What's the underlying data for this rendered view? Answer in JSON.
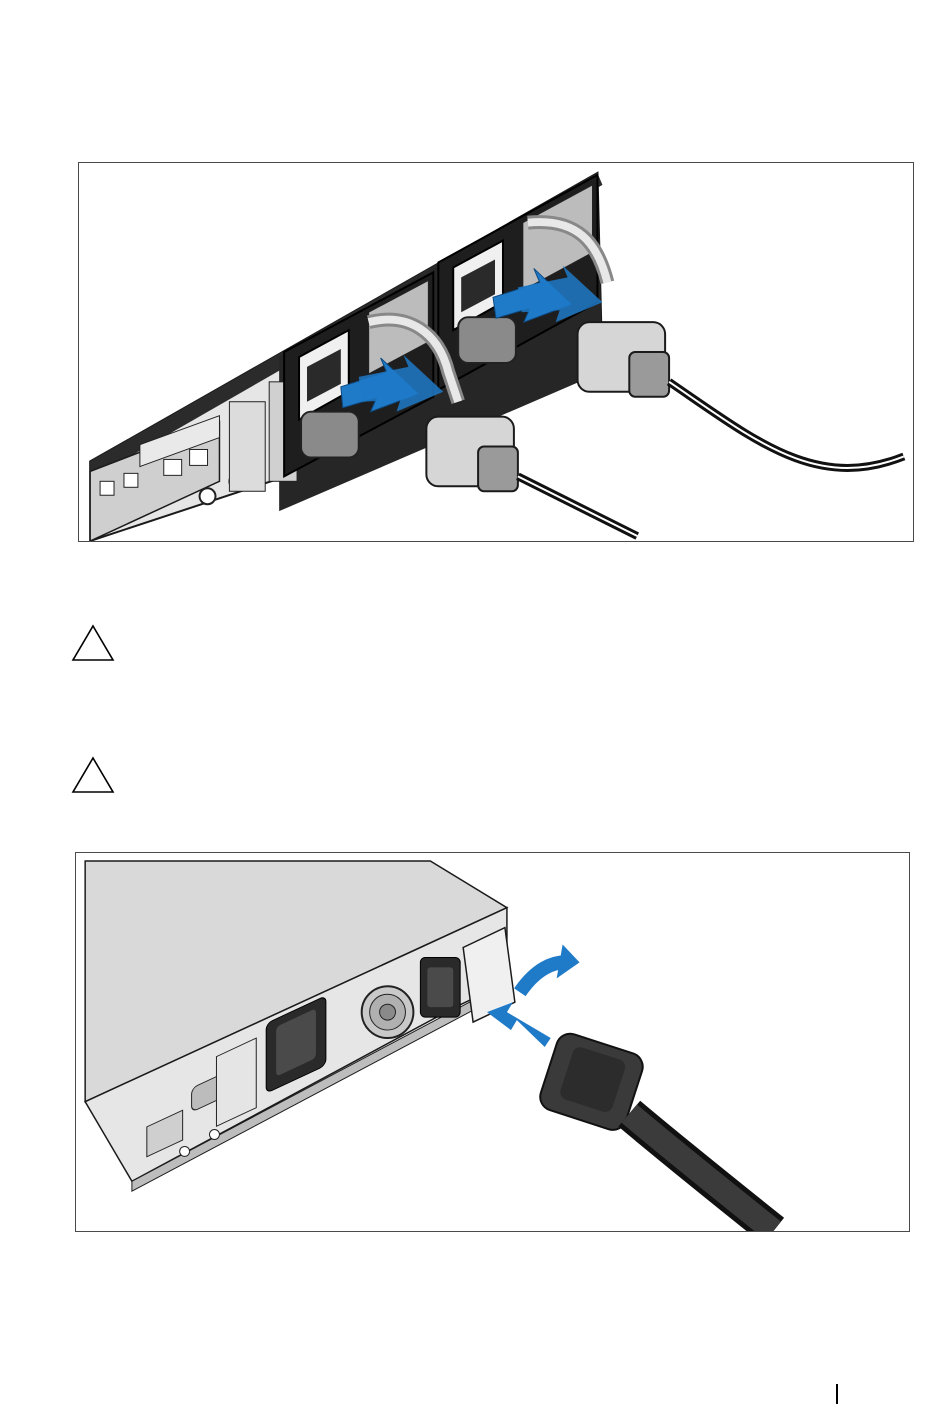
{
  "figures": [
    {
      "id": "figure-1",
      "subject": "server-rear-power-cable-connection"
    },
    {
      "id": "figure-2",
      "subject": "ups-power-cable-connection"
    }
  ],
  "cautions": [
    {
      "icon": "caution-triangle-icon"
    },
    {
      "icon": "caution-triangle-icon"
    }
  ],
  "colors": {
    "arrow": "#1f7ac8",
    "frame": "#4a4a4a",
    "chassis_dark": "#2b2b2b",
    "chassis_light": "#d9d9d9"
  }
}
